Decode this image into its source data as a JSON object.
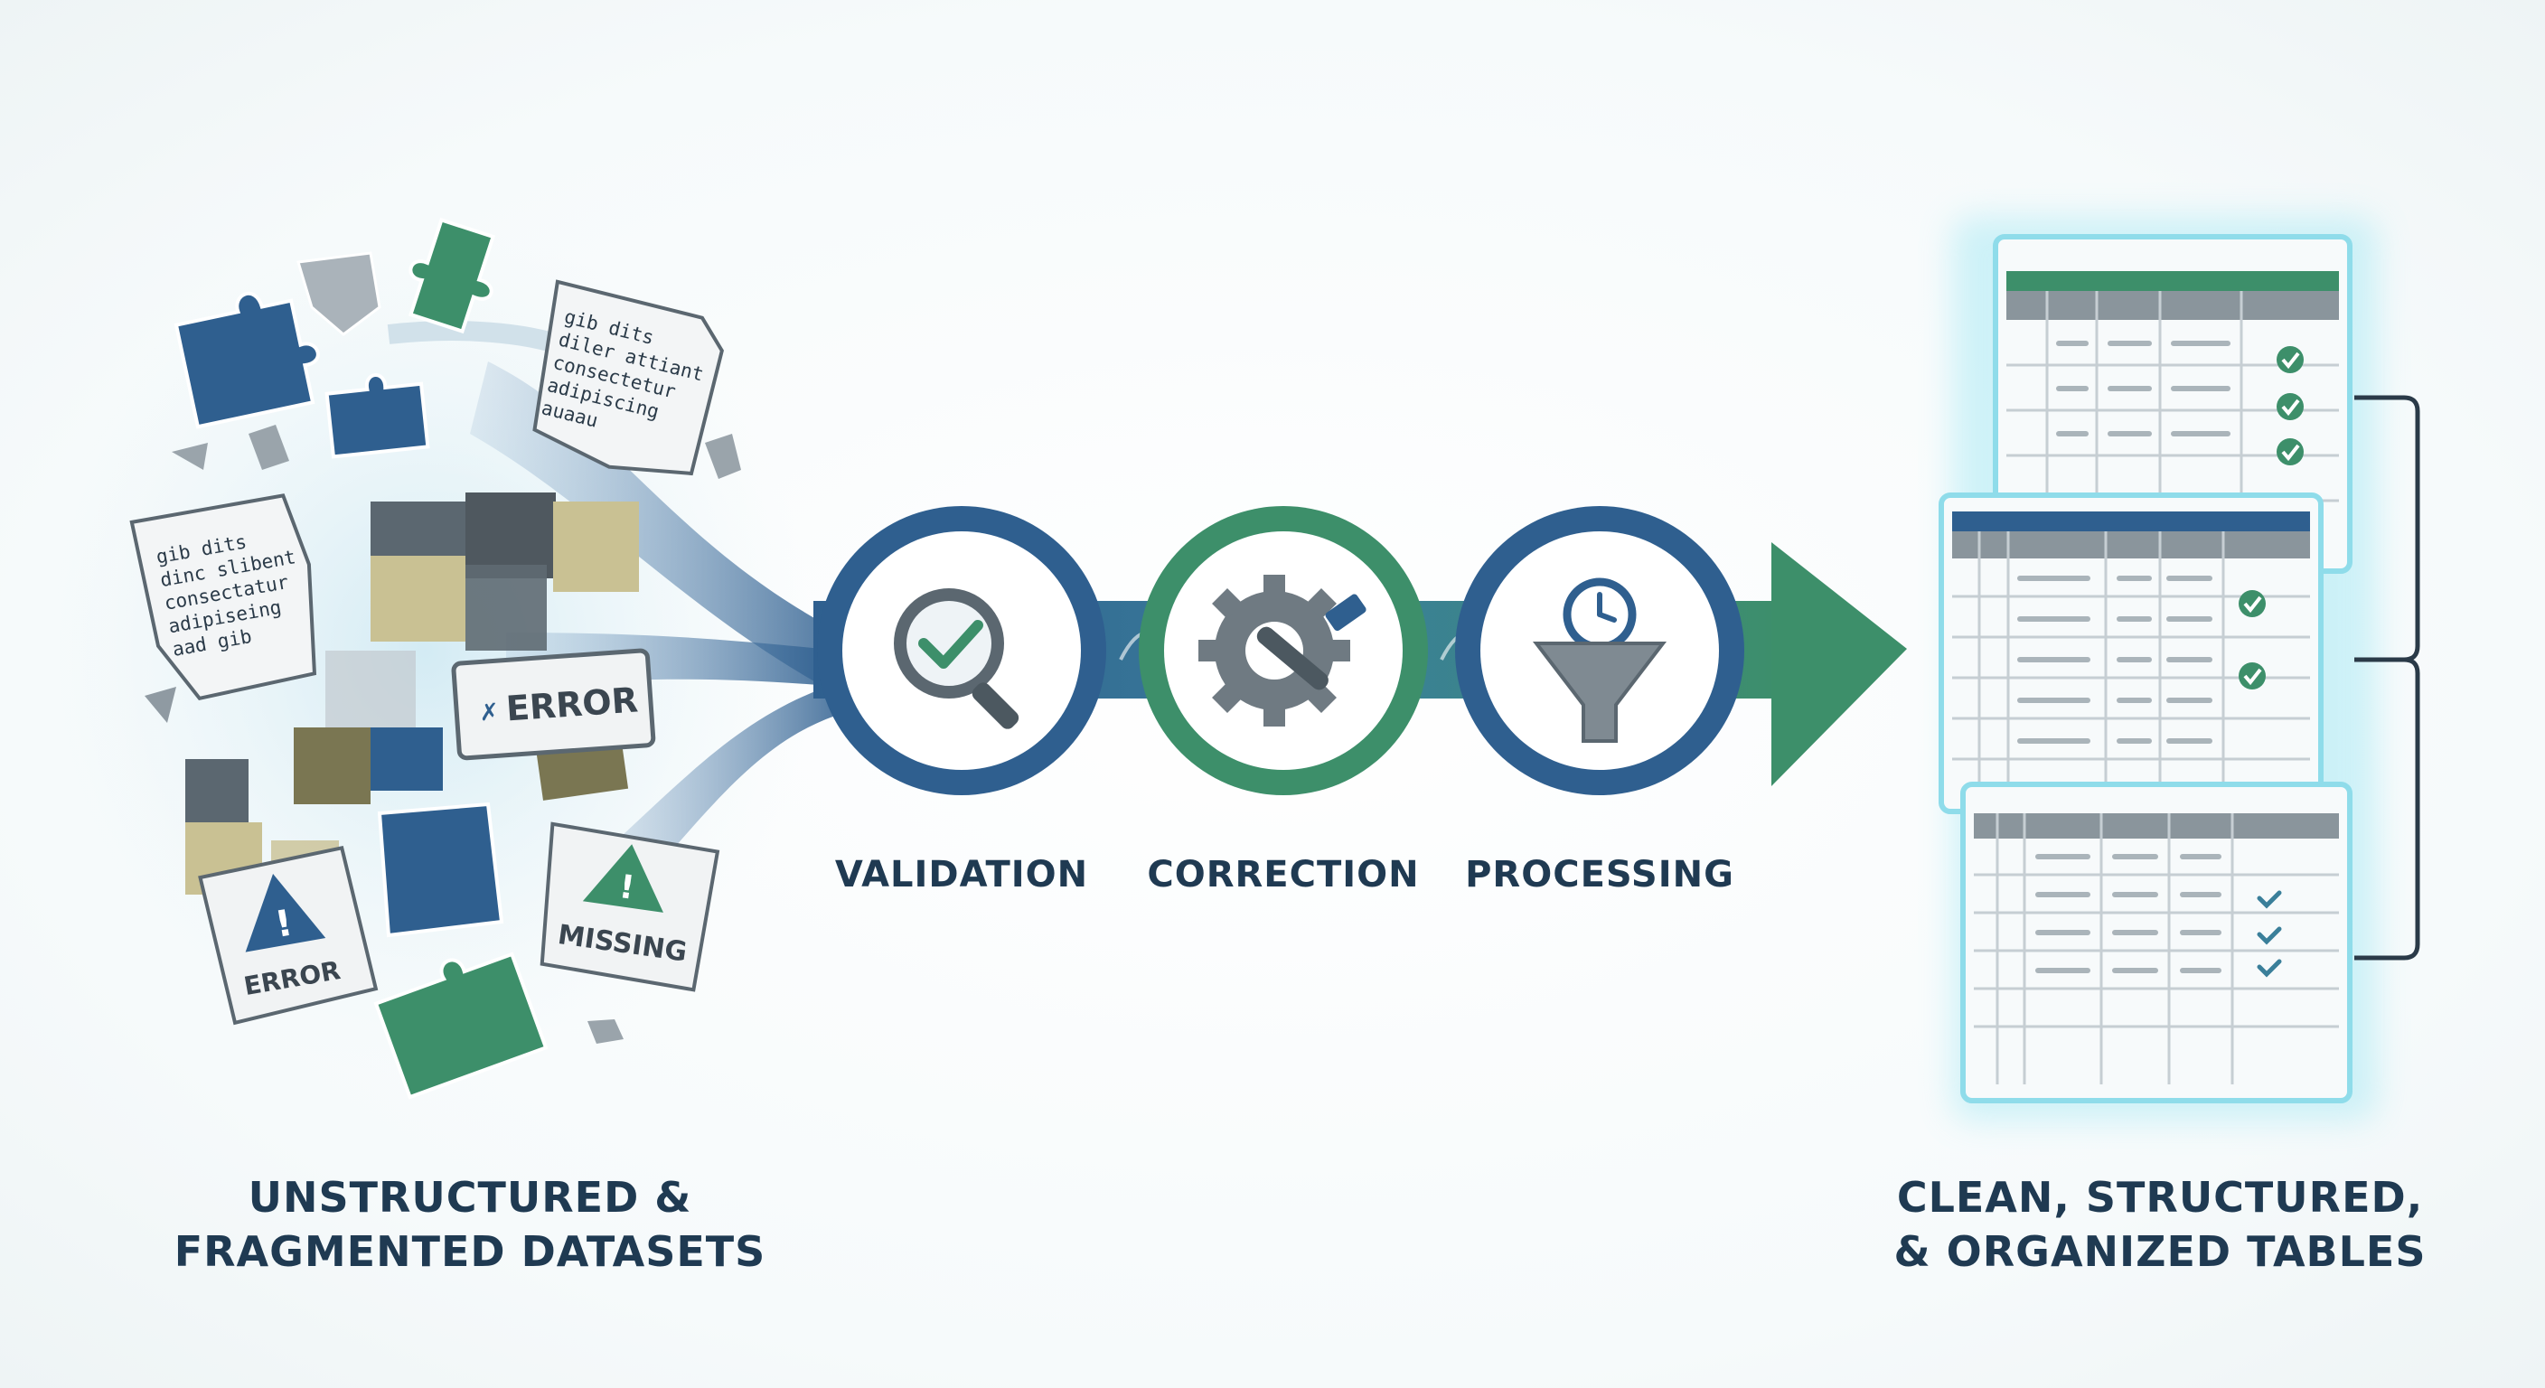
{
  "colors": {
    "navy": "#2f5f8f",
    "green": "#3d8f6a",
    "slate": "#5b6770",
    "olive": "#7a7652",
    "khaki": "#c9c193",
    "text": "#1f3a52",
    "glow": "#7fe0f0"
  },
  "icons": [
    "puzzle-piece-icon",
    "torn-paper-icon",
    "warning-icon",
    "magnifier-check-icon",
    "gear-wrench-icon",
    "funnel-clock-icon",
    "arrow-right-icon",
    "checkmark-icon",
    "table-icon"
  ],
  "fragments": {
    "note_top_text": [
      "gib dits",
      "diler attiant",
      "consectetur",
      "adipiscing",
      "auaau"
    ],
    "note_left_text": [
      "gib dits",
      "dinc slibent",
      "consectatur",
      "adipiseing",
      "aad gib"
    ],
    "error_tag": "ERROR",
    "error_warning": "ERROR",
    "missing_warning": "MISSING"
  },
  "steps": [
    {
      "label": "VALIDATION",
      "icon": "magnifier-check-icon"
    },
    {
      "label": "CORRECTION",
      "icon": "gear-wrench-icon"
    },
    {
      "label": "PROCESSING",
      "icon": "funnel-clock-icon"
    }
  ],
  "left_caption": [
    "UNSTRUCTURED &",
    "FRAGMENTED DATASETS"
  ],
  "right_caption": [
    "CLEAN, STRUCTURED,",
    "& ORGANIZED TABLES"
  ]
}
